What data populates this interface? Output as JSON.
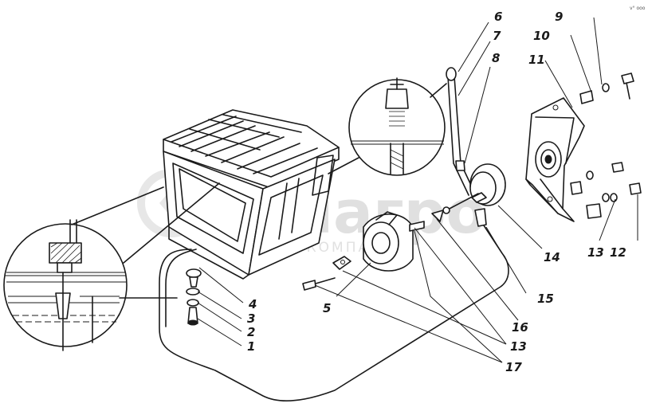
{
  "watermark": {
    "brand": "белагро",
    "tagline": "ГРУППА КОМПАНИЙ"
  },
  "corner_note": "v° ooo",
  "callouts": [
    {
      "id": "c1",
      "label": "1"
    },
    {
      "id": "c2",
      "label": "2"
    },
    {
      "id": "c3",
      "label": "3"
    },
    {
      "id": "c4",
      "label": "4"
    },
    {
      "id": "c5",
      "label": "5"
    },
    {
      "id": "c6",
      "label": "6"
    },
    {
      "id": "c7",
      "label": "7"
    },
    {
      "id": "c8",
      "label": "8"
    },
    {
      "id": "c9",
      "label": "9"
    },
    {
      "id": "c10",
      "label": "10"
    },
    {
      "id": "c11",
      "label": "11"
    },
    {
      "id": "c12",
      "label": "12"
    },
    {
      "id": "c13a",
      "label": "13"
    },
    {
      "id": "c13b",
      "label": "13"
    },
    {
      "id": "c14",
      "label": "14"
    },
    {
      "id": "c15",
      "label": "15"
    },
    {
      "id": "c16",
      "label": "16"
    },
    {
      "id": "c17",
      "label": "17"
    }
  ]
}
